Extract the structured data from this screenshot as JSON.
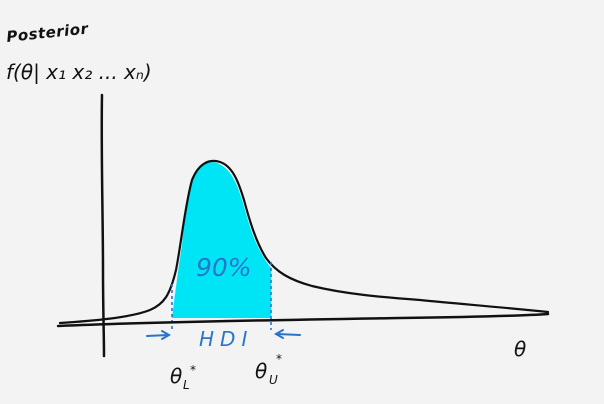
{
  "labels": {
    "ylabel_top": "Posterior",
    "ylabel_func": "f(θ| x₁ x₂ ... xₙ)",
    "percent": "90%",
    "interval": "HDI",
    "lower_theta": "θ",
    "lower_sub": "L",
    "lower_star": "*",
    "upper_theta": "θ",
    "upper_sub": "U",
    "upper_star": "*",
    "xlabel": "θ"
  },
  "colors": {
    "fill": "#00e5f5",
    "stroke": "#111111",
    "accent": "#2a74c9",
    "background": "#f3f3f3"
  }
}
